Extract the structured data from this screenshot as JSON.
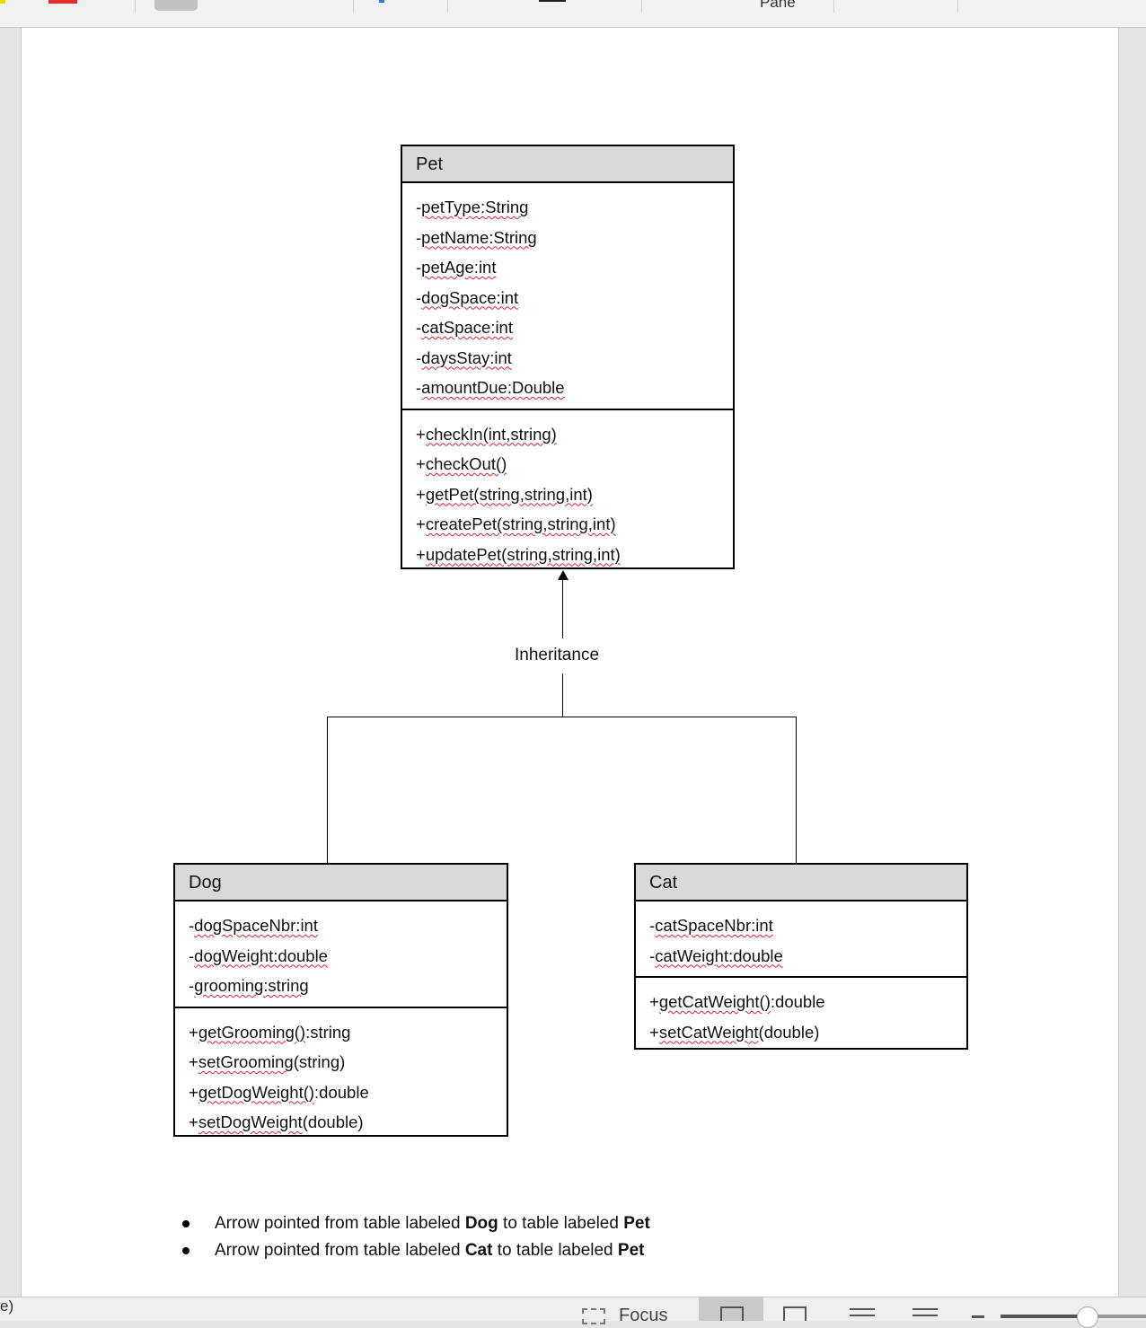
{
  "toolbar": {
    "pane_label": "Pane"
  },
  "diagram": {
    "pet": {
      "name": "Pet",
      "attributes": [
        {
          "prefix": "-",
          "text": "petType:String"
        },
        {
          "prefix": "-",
          "text": "petName:String"
        },
        {
          "prefix": "-",
          "text": "petAge:int"
        },
        {
          "prefix": "-",
          "text": "dogSpace:int"
        },
        {
          "prefix": "-",
          "text": "catSpace:int"
        },
        {
          "prefix": "-",
          "text": "daysStay:int"
        },
        {
          "prefix": "-",
          "text": "amountDue:Double"
        }
      ],
      "methods": [
        {
          "prefix": "+",
          "text": "checkIn(int,string)",
          "suffix": ""
        },
        {
          "prefix": "+",
          "text": "checkOut()",
          "suffix": ""
        },
        {
          "prefix": "+",
          "text": "getPet(string,string,int)",
          "suffix": ""
        },
        {
          "prefix": "+",
          "text": "createPet(string,string,int)",
          "suffix": ""
        },
        {
          "prefix": "+",
          "text": "updatePet(string,string,int)",
          "suffix": ""
        }
      ]
    },
    "relationship_label": "Inheritance",
    "dog": {
      "name": "Dog",
      "attributes": [
        {
          "prefix": "-",
          "text": "dogSpaceNbr:int"
        },
        {
          "prefix": "-",
          "text": "dogWeight:double"
        },
        {
          "prefix": "-",
          "text": "grooming:string"
        }
      ],
      "methods": [
        {
          "prefix": "+",
          "text": "getGrooming()",
          "suffix": ":string"
        },
        {
          "prefix": "+",
          "text": "setGrooming",
          "suffix": "(string)"
        },
        {
          "prefix": "+",
          "text": "getDogWeight()",
          "suffix": ":double"
        },
        {
          "prefix": "+",
          "text": "setDogWeight",
          "suffix": "(double)"
        }
      ]
    },
    "cat": {
      "name": "Cat",
      "attributes": [
        {
          "prefix": "-",
          "text": "catSpaceNbr:int"
        },
        {
          "prefix": "-",
          "text": "catWeight:double"
        }
      ],
      "methods": [
        {
          "prefix": "+",
          "text": "getCatWeight()",
          "suffix": ":double"
        },
        {
          "prefix": "+",
          "text": "setCatWeight",
          "suffix": "(double)"
        }
      ]
    }
  },
  "notes": [
    {
      "a": "Arrow pointed from table labeled ",
      "b": "Dog",
      "c": " to table labeled ",
      "d": "Pet"
    },
    {
      "a": "Arrow pointed from table labeled ",
      "b": "Cat",
      "c": " to table labeled ",
      "d": "Pet"
    }
  ],
  "statusbar": {
    "left_text": "e)",
    "focus_label": "Focus"
  }
}
